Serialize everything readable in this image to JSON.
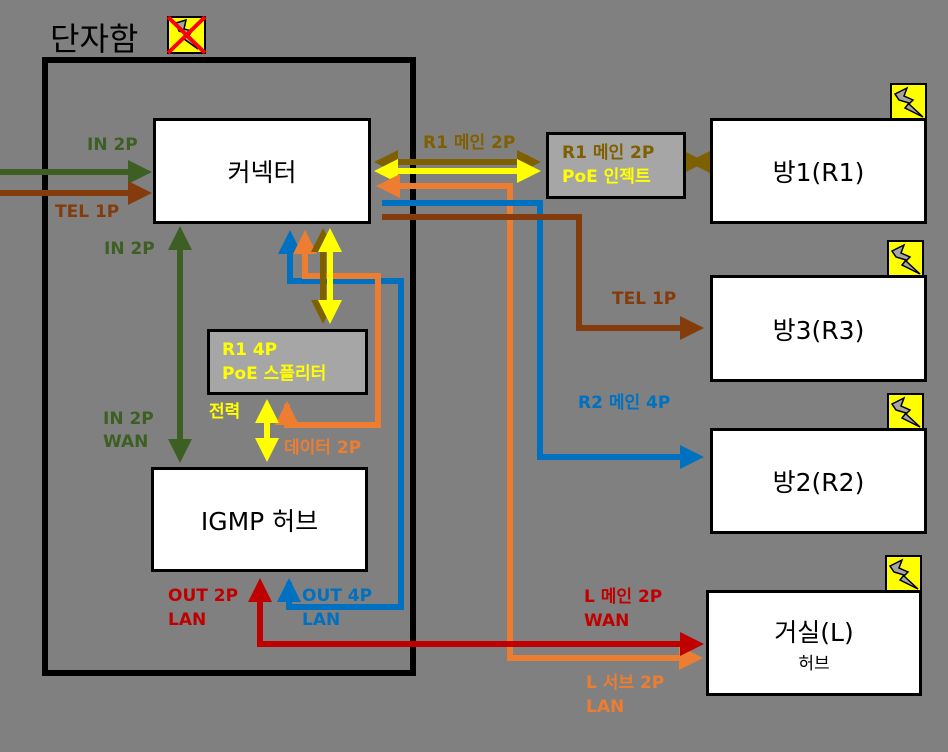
{
  "colors": {
    "background": "#808080",
    "in_green": "#3e5f24",
    "tel_brown": "#843c0c",
    "r1_olive": "#7f6000",
    "poe_yellow": "#ffff00",
    "data_orange": "#ed7d31",
    "r2_blue": "#0070c0",
    "lan_red": "#c00000",
    "device_gray": "#a6a6a6"
  },
  "title": {
    "text": "단자함",
    "power_icon": "power-disabled"
  },
  "nodes": {
    "connector": "커넥터",
    "splitter": {
      "line1": "R1 4P",
      "line2": "PoE 스플리터"
    },
    "igmp_hub": "IGMP 허브",
    "injector": {
      "line1": "R1 메인 2P",
      "line2": "PoE 인젝트"
    },
    "room1": "방1(R1)",
    "room3": "방3(R3)",
    "room2": "방2(R2)",
    "living": {
      "name": "거실(L)",
      "sub": "허브"
    }
  },
  "labels": {
    "in_2p_top": "IN 2P",
    "tel_1p_left": "TEL 1P",
    "in_2p_mid": "IN 2P",
    "in_2p_wan": [
      "IN 2P",
      "WAN"
    ],
    "r1_main_2p": "R1 메인 2P",
    "power": "전력",
    "data_2p": "데이터 2P",
    "tel_1p_right": "TEL 1P",
    "r2_main_4p": "R2 메인 4P",
    "out_2p_lan": [
      "OUT 2P",
      "LAN"
    ],
    "out_4p_lan": [
      "OUT 4P",
      "LAN"
    ],
    "l_main_2p_wan": [
      "L 메인 2P",
      "WAN"
    ],
    "l_sub_2p_lan": [
      "L 서브 2P",
      "LAN"
    ]
  }
}
